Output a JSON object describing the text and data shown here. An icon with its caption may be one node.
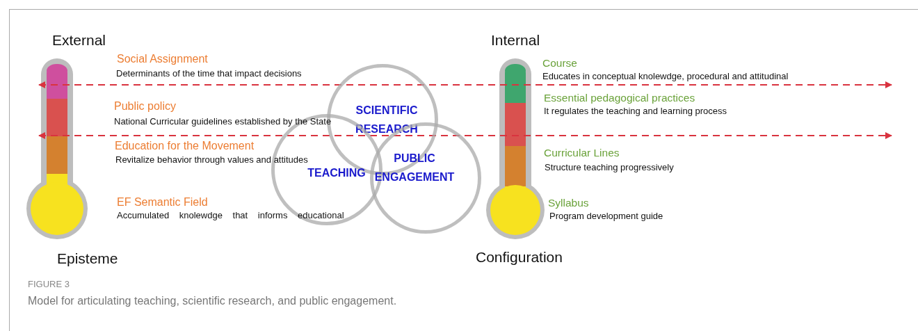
{
  "diagram": {
    "caption": "Model for articulating teaching, scientific research, and public engagement.",
    "nodes": [
      {
        "text": [
          "SCIENTIFIC RESEARCH"
        ]
      },
      {
        "text": [
          "TEACHING"
        ]
      },
      {
        "text": [
          "PUBLIC ENGAGEMENT"
        ]
      }
    ],
    "labels": [
      "External",
      "Social Assignment",
      "Determinants of the time that impact decisions",
      "Public policy",
      "National Curricular guidelines established by the State",
      "Education for the Movement",
      "Revitalize behavior through values and attitudes",
      "EF Semantic Field",
      "Accumulated knolewdge that informs educational",
      "Episteme",
      "Internal",
      "Course",
      "Educates in conceptual knolewdge, procedural and attitudinal",
      "Essential pedagogical practices",
      "It regulates the teaching and learning process",
      "Curricular Lines",
      "Structure teaching progressively",
      "Syllabus",
      "Program development guide",
      "Configuration",
      "FIGURE 3"
    ]
  }
}
